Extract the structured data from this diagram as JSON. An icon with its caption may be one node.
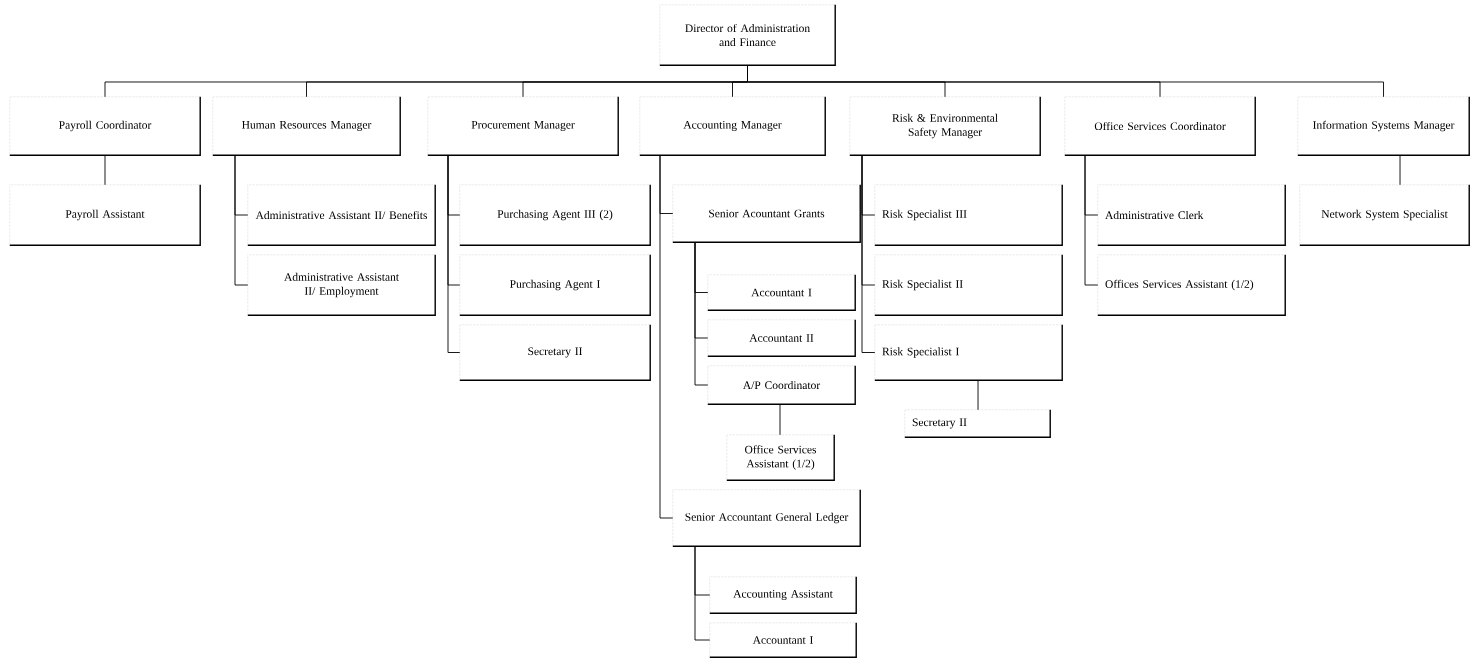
{
  "diagram": {
    "nodes": [
      {
        "text": [
          "Director of Administration and Finance"
        ]
      },
      {
        "text": [
          "Payroll Coordinator"
        ]
      },
      {
        "text": [
          "Human Resources Manager"
        ]
      },
      {
        "text": [
          "Procurement Manager"
        ]
      },
      {
        "text": [
          "Accounting Manager"
        ]
      },
      {
        "text": [
          "Risk & Environmental Safety Manager"
        ]
      },
      {
        "text": [
          "Office Services Coordinator"
        ]
      },
      {
        "text": [
          "Information Systems Manager"
        ]
      },
      {
        "text": [
          "Payroll Assistant"
        ]
      },
      {
        "text": [
          "Administrative Assistant II/ Benefits"
        ]
      },
      {
        "text": [
          "Administrative Assistant II/ Employment"
        ]
      },
      {
        "text": [
          "Purchasing Agent III (2)"
        ]
      },
      {
        "text": [
          "Purchasing Agent I"
        ]
      },
      {
        "text": [
          "Secretary II"
        ]
      },
      {
        "text": [
          "Senior Acountant Grants"
        ]
      },
      {
        "text": [
          "Accountant I"
        ]
      },
      {
        "text": [
          "Accountant II"
        ]
      },
      {
        "text": [
          "A/P Coordinator"
        ]
      },
      {
        "text": [
          "Office Services Assistant (1/2)"
        ]
      },
      {
        "text": [
          "Senior Accountant General Ledger"
        ]
      },
      {
        "text": [
          "Accounting Assistant"
        ]
      },
      {
        "text": [
          "Accountant I"
        ]
      },
      {
        "text": [
          "Risk Specialist III"
        ]
      },
      {
        "text": [
          "Risk Specialist II"
        ]
      },
      {
        "text": [
          "Risk Specialist I"
        ]
      },
      {
        "text": [
          "Secretary II"
        ]
      },
      {
        "text": [
          "Administrative Clerk"
        ]
      },
      {
        "text": [
          "Offices Services Assistant (1/2)"
        ]
      },
      {
        "text": [
          "Network System Specialist"
        ]
      }
    ],
    "edges": [
      {
        "from": 0,
        "to": 1,
        "arrow": "none"
      },
      {
        "from": 0,
        "to": 2,
        "arrow": "none"
      },
      {
        "from": 0,
        "to": 3,
        "arrow": "none"
      },
      {
        "from": 0,
        "to": 4,
        "arrow": "none"
      },
      {
        "from": 0,
        "to": 5,
        "arrow": "none"
      },
      {
        "from": 0,
        "to": 6,
        "arrow": "none"
      },
      {
        "from": 0,
        "to": 7,
        "arrow": "none"
      },
      {
        "from": 1,
        "to": 8,
        "arrow": "none"
      },
      {
        "from": 2,
        "to": 9,
        "arrow": "none"
      },
      {
        "from": 2,
        "to": 10,
        "arrow": "none"
      },
      {
        "from": 3,
        "to": 11,
        "arrow": "none"
      },
      {
        "from": 3,
        "to": 12,
        "arrow": "none"
      },
      {
        "from": 3,
        "to": 13,
        "arrow": "none"
      },
      {
        "from": 4,
        "to": 14,
        "arrow": "none"
      },
      {
        "from": 4,
        "to": 19,
        "arrow": "none"
      },
      {
        "from": 14,
        "to": 15,
        "arrow": "none"
      },
      {
        "from": 14,
        "to": 16,
        "arrow": "none"
      },
      {
        "from": 14,
        "to": 17,
        "arrow": "none"
      },
      {
        "from": 17,
        "to": 18,
        "arrow": "none"
      },
      {
        "from": 19,
        "to": 20,
        "arrow": "none"
      },
      {
        "from": 19,
        "to": 21,
        "arrow": "none"
      },
      {
        "from": 5,
        "to": 22,
        "arrow": "none"
      },
      {
        "from": 5,
        "to": 23,
        "arrow": "none"
      },
      {
        "from": 5,
        "to": 24,
        "arrow": "none"
      },
      {
        "from": 24,
        "to": 25,
        "arrow": "none"
      },
      {
        "from": 6,
        "to": 26,
        "arrow": "none"
      },
      {
        "from": 6,
        "to": 27,
        "arrow": "none"
      },
      {
        "from": 7,
        "to": 28,
        "arrow": "none"
      }
    ]
  }
}
